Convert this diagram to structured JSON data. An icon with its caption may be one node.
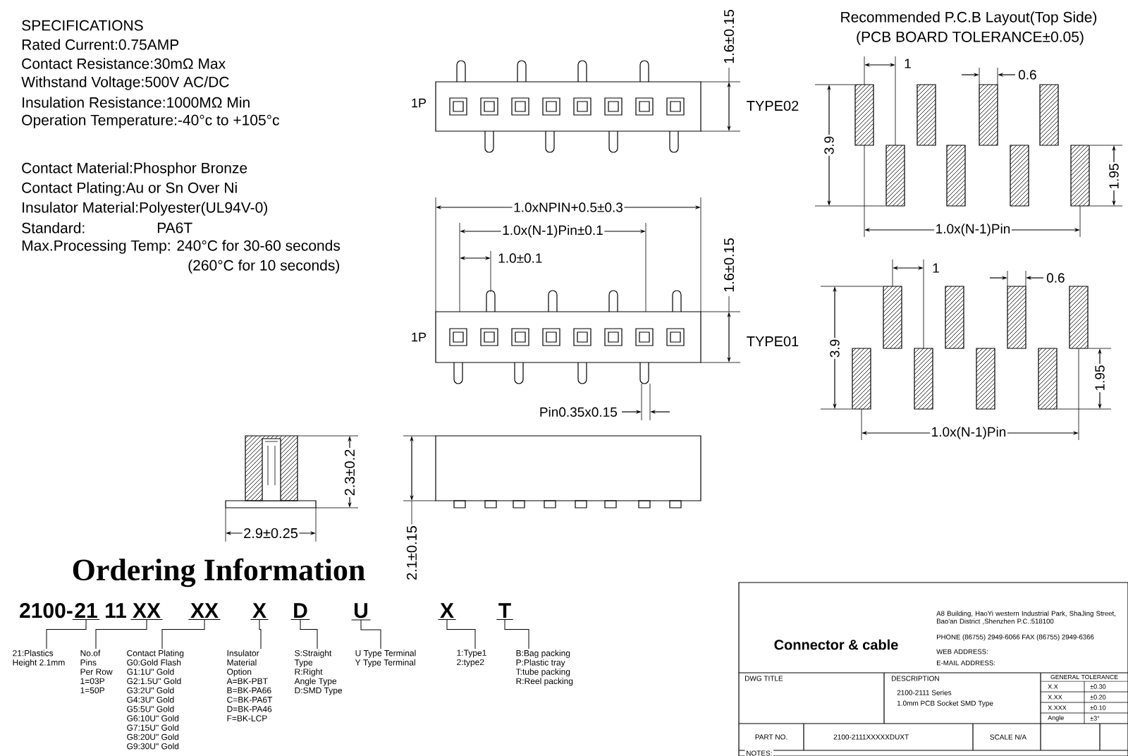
{
  "diagram": {
    "nodes": [
      {
        "text": [
          "21"
        ]
      },
      {
        "text": [
          "XX"
        ]
      },
      {
        "text": [
          "XX"
        ]
      },
      {
        "text": [
          "X"
        ]
      },
      {
        "text": [
          "D"
        ]
      },
      {
        "text": [
          "U"
        ]
      },
      {
        "text": [
          "X"
        ]
      },
      {
        "text": [
          "T"
        ]
      },
      {
        "text": [
          "21:Plastics",
          "Height 2.1mm"
        ]
      },
      {
        "text": [
          "No.of",
          "Pins",
          "Per Row",
          "1=03P",
          "1=50P"
        ]
      },
      {
        "text": [
          "Contact Plating",
          "G0:Gold Flash",
          "G1:1U\" Gold",
          "G2:1.5U\" Gold",
          "G3:2U\" Gold",
          "G4:3U\" Gold",
          "G5:5U\" Gold",
          "G6:10U\" Gold",
          "G7:15U\" Gold",
          "G8:20U\" Gold",
          "G9:30U\" Gold"
        ]
      },
      {
        "text": [
          "Insulator",
          "Material",
          "Option",
          "A=BK-PBT",
          "B=BK-PA66",
          "C=BK-PA6T",
          "D=BK-PA46",
          "F=BK-LCP"
        ]
      },
      {
        "text": [
          "S:Straight",
          "Type",
          "R:Right",
          "Angle Type",
          "D:SMD Type"
        ]
      },
      {
        "text": [
          "U Type Terminal",
          "Y Type Terminal"
        ]
      },
      {
        "text": [
          "1:Type1",
          "2:type2"
        ]
      },
      {
        "text": [
          "B:Bag packing",
          "P:Plastic tray",
          "T:tube packing",
          "R:Reel packing"
        ]
      }
    ],
    "edges": [
      {
        "from": 0,
        "to": 8,
        "arrow": "none"
      },
      {
        "from": 1,
        "to": 9,
        "arrow": "none"
      },
      {
        "from": 2,
        "to": 10,
        "arrow": "none"
      },
      {
        "from": 3,
        "to": 11,
        "arrow": "none"
      },
      {
        "from": 4,
        "to": 12,
        "arrow": "none"
      },
      {
        "from": 5,
        "to": 13,
        "arrow": "none"
      },
      {
        "from": 6,
        "to": 14,
        "arrow": "none"
      },
      {
        "from": 7,
        "to": 15,
        "arrow": "none"
      }
    ],
    "labels": [
      "SPECIFICATIONS",
      "Rated Current:0.75AMP",
      "Contact Resistance:30mΩ Max",
      "Withstand Voltage:500V AC/DC",
      "Insulation Resistance:1000MΩ Min",
      "Operation Temperature:-40°c to +105°c",
      "Contact Material:Phosphor Bronze",
      "Contact Plating:Au or Sn Over Ni",
      "Insulator Material:Polyester(UL94V-0)",
      "Standard:",
      "PA6T",
      "Max.Processing Temp: 240°C for 30-60 seconds",
      "(260°C for 10 seconds)",
      "1.6±0.15",
      "Recommended P.C.B Layout(Top Side)",
      "(PCB BOARD TOLERANCE±0.05)",
      "1P",
      "TYPE02",
      "1",
      "0.6",
      "3.9",
      "1.95",
      "1.0x(N-1)Pin",
      "1.0xNPIN+0.5±0.3",
      "1.0x(N-1)Pin±0.1",
      "1.0±0.1",
      "1.6±0.15",
      "1",
      "0.6",
      "3.9",
      "1P",
      "TYPE01",
      "1.95",
      "Pin0.35x0.15",
      "1.0x(N-1)Pin",
      "2.3±0.2",
      "2.9±0.25",
      "2.1±0.15",
      "Ordering Information",
      "2100-",
      "11",
      "Connector & cable",
      "A8 Building, HaoYi western Industrial Park, ShaJing Street, Bao'an District ,Shenzhen P.C.:518100",
      "PHONE (86755) 2949-6066 FAX (86755) 2949-6366",
      "WEB ADDRESS:",
      "E-MAIL ADDRESS:",
      "DWG TITLE",
      "DESCRIPTION",
      "2100-2111 Series",
      "1.0mm PCB Socket SMD Type",
      "GENERAL TOLERANCE",
      "X.X",
      "±0.30",
      "X.XX",
      "±0.20",
      "X.XXX",
      "±0.10",
      "Angle",
      "±3°",
      "PART NO.",
      "2100-2111XXXXXDUXT",
      "SCALE N/A",
      "NOTES:"
    ]
  }
}
